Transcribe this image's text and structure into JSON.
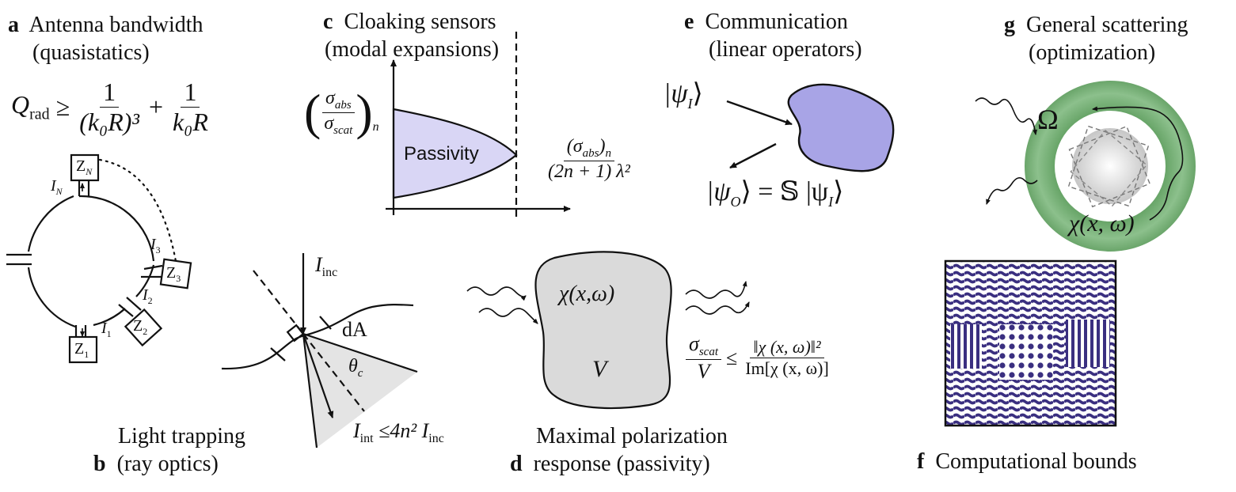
{
  "panels": {
    "a": {
      "letter": "a",
      "title": "Antenna bandwidth",
      "subtitle": "(quasistatics)"
    },
    "b": {
      "letter": "b",
      "title": "Light trapping",
      "subtitle": "(ray optics)"
    },
    "c": {
      "letter": "c",
      "title": "Cloaking sensors",
      "subtitle": "(modal expansions)"
    },
    "d": {
      "letter": "d",
      "title": "Maximal polarization",
      "subtitle": "response (passivity)"
    },
    "e": {
      "letter": "e",
      "title": "Communication",
      "subtitle": "(linear operators)"
    },
    "f": {
      "letter": "f",
      "title": "Computational bounds"
    },
    "g": {
      "letter": "g",
      "title": "General scattering",
      "subtitle": "(optimization)"
    }
  },
  "panel_a": {
    "q_lhs": "Q",
    "q_sub": "rad",
    "q_rel": "≥",
    "frac1_num": "1",
    "frac1_den": "(k₀R)³",
    "plus": "+",
    "frac2_num": "1",
    "frac2_den": "k₀R",
    "ports": [
      "Z",
      "Z",
      "Z",
      "Z"
    ],
    "port_subs": [
      "N",
      "3",
      "2",
      "1"
    ],
    "currents": [
      "I",
      "I",
      "I",
      "I"
    ],
    "current_subs": [
      "N",
      "3",
      "2",
      "1"
    ]
  },
  "panel_b": {
    "i_inc": "I",
    "i_inc_sub": "inc",
    "d_area": "dA",
    "theta": "θ",
    "theta_sub": "c",
    "i_int": "I",
    "i_int_sub": "int",
    "bound": "≤4n² I",
    "bound_sub": "inc"
  },
  "panel_c": {
    "region_label": "Passivity",
    "y_num": "σ",
    "y_num_sub": "abs",
    "y_den": "σ",
    "y_den_sub": "scat",
    "y_n": "n",
    "x_num": "(σ",
    "x_num_sub": "abs",
    "x_num_close": ")",
    "x_num_n": "n",
    "x_den": "(2n + 1) λ²",
    "colors": {
      "region": "#d9d6f5",
      "edge": "#111111"
    }
  },
  "panel_d": {
    "chi": "χ(x,ω)",
    "volume": "V",
    "lhs_num": "σ",
    "lhs_num_sub": "scat",
    "lhs_den": "V",
    "rel": "≤",
    "rhs_num": "‖χ (x, ω)‖²",
    "rhs_den": "Im[χ (x, ω)]",
    "colors": {
      "body": "#dadada"
    }
  },
  "panel_e": {
    "psi_in": "|ψ",
    "psi_in_sub": "I",
    "psi_in_close": "⟩",
    "psi_out": "|ψ",
    "psi_out_sub": "O",
    "psi_out_rest": "⟩ = 𝕊 |ψ",
    "psi_out_sub2": "I",
    "psi_out_close": "⟩",
    "colors": {
      "blob": "#a8a4e6"
    }
  },
  "panel_g": {
    "omega": "Ω",
    "chi": "χ(x, ω)",
    "colors": {
      "ring": "#6fa56f",
      "ring_edge": "#4f8a4f"
    }
  },
  "panel_f": {
    "colors": {
      "pattern": "#3a2f80",
      "background": "#ffffff"
    }
  }
}
